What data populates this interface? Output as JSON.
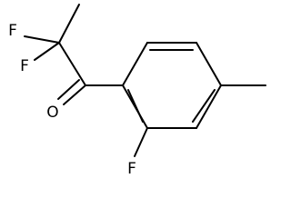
{
  "atom_labels": {
    "f_top": "F",
    "f_left": "F",
    "o_carbonyl": "O",
    "f_ring": "F"
  }
}
